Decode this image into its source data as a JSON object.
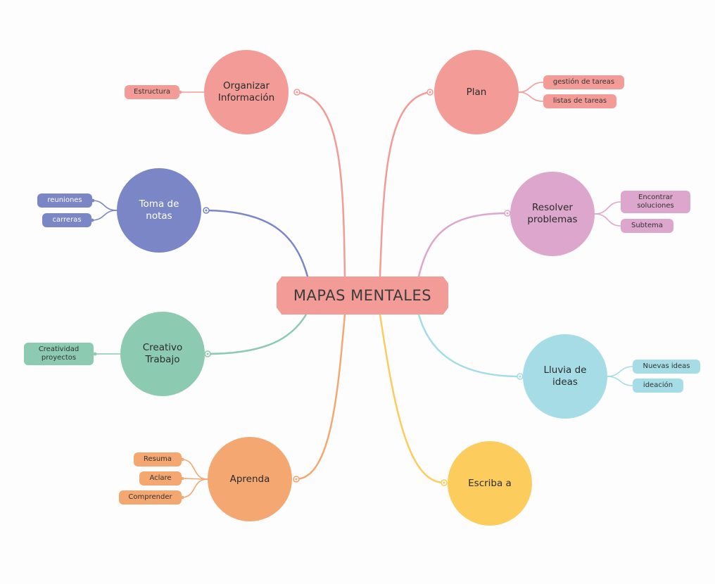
{
  "title": "MAPAS MENTALES",
  "colors": {
    "center": "#f29b97",
    "pink": "#f29b97",
    "purple": "#7b86c6",
    "green": "#8ccab2",
    "orange": "#f4a771",
    "magenta": "#dda6cc",
    "blue": "#a5dce6",
    "yellow": "#fccc5c"
  },
  "topics": [
    {
      "label": "Organizar\nInformación",
      "color": "#f29b97",
      "subtopics": [
        "Estructura"
      ]
    },
    {
      "label": "Toma de\nnotas",
      "color": "#7b86c6",
      "subtopics": [
        "reuniones",
        "carreras"
      ]
    },
    {
      "label": "Creativo\nTrabajo",
      "color": "#8ccab2",
      "subtopics": [
        "Creatividad\nproyectos"
      ]
    },
    {
      "label": "Aprenda",
      "color": "#f4a771",
      "subtopics": [
        "Resuma",
        "Aclare",
        "Comprender"
      ]
    },
    {
      "label": "Plan",
      "color": "#f29b97",
      "subtopics": [
        "gestión de tareas",
        "listas de tareas"
      ]
    },
    {
      "label": "Resolver\nproblemas",
      "color": "#dda6cc",
      "subtopics": [
        "Encontrar\nsoluciones",
        "Subtema"
      ]
    },
    {
      "label": "Lluvia de\nideas",
      "color": "#a5dce6",
      "subtopics": [
        "Nuevas ideas",
        "ideación"
      ]
    },
    {
      "label": "Escriba a",
      "color": "#fccc5c",
      "subtopics": []
    }
  ]
}
